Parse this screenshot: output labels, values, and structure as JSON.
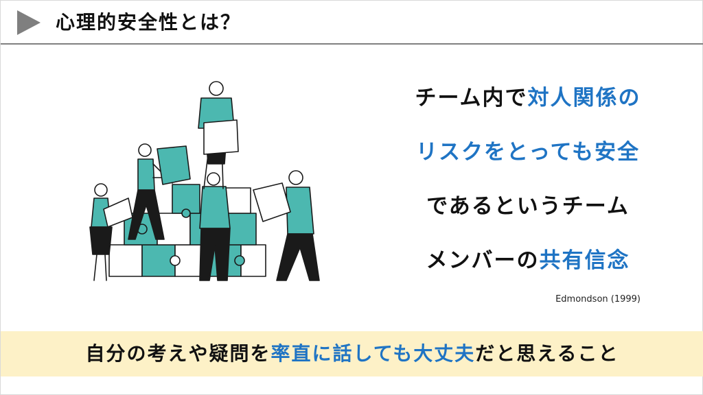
{
  "header": {
    "title": "心理的安全性とは？"
  },
  "quote": {
    "line1": {
      "plain": "チーム内で",
      "highlight": "対人関係の"
    },
    "line2": {
      "highlight": "リスクをとっても安全"
    },
    "line3": {
      "plain": "であるというチーム"
    },
    "line4": {
      "plain": "メンバーの",
      "highlight": "共有信念"
    }
  },
  "citation": "Edmondson (1999)",
  "summary": {
    "before": "自分の考えや疑問を",
    "highlight": "率直に話しても大丈夫",
    "after": "だと思えること"
  },
  "colors": {
    "accent_blue": "#1f74c4",
    "teal": "#4cb8b0",
    "band_yellow": "#fdf1c7",
    "header_rule": "#7f7f7f",
    "triangle_gray": "#7f7f7f"
  },
  "icons": {
    "header_marker": "triangle-right-icon",
    "illustration": "team-puzzle-illustration"
  }
}
